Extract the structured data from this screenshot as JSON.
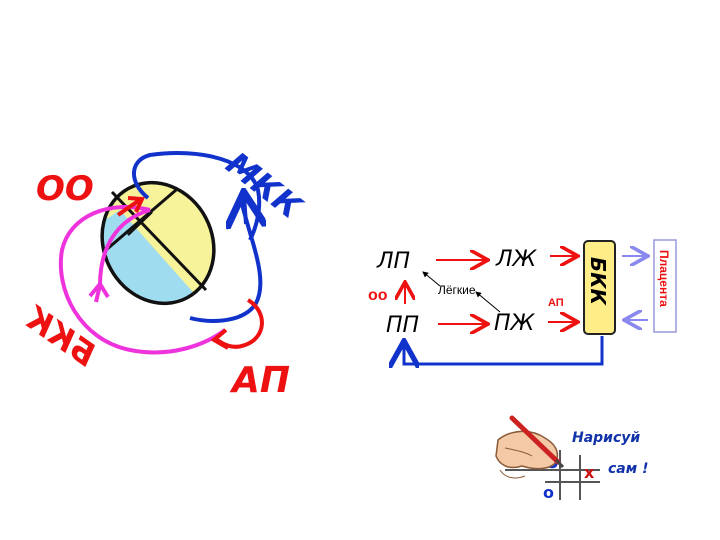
{
  "heart_sketch": {
    "label_oo": "ОО",
    "label_mkk": "МКК",
    "label_bkk": "БКК",
    "label_ap": "АП"
  },
  "scheme": {
    "node_lp": "ЛП",
    "node_lzh": "ЛЖ",
    "node_pp": "ПП",
    "node_pzh": "ПЖ",
    "label_oo": "оо",
    "label_lungs": "Лёгкие",
    "label_ap": "АП",
    "box_bkk": "БКК",
    "box_placenta": "Плацента"
  },
  "draw_yourself": {
    "line1": "Нарисуй",
    "line2": "сам !"
  },
  "colors": {
    "red": "#ee1111",
    "blue": "#1133cc",
    "magenta": "#ee33dd",
    "yellow_box": "#ffee88",
    "blue_arrow": "#8888ee"
  }
}
